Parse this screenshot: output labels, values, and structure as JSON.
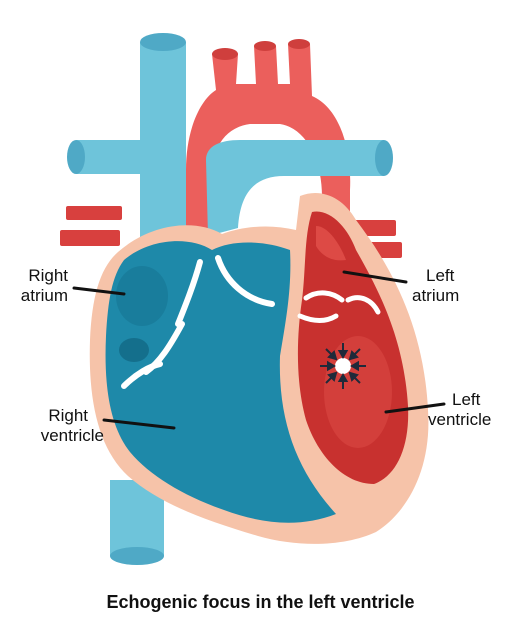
{
  "colors": {
    "vein": "#6EC4DA",
    "vein_dark": "#4FA9C6",
    "artery": "#EB5F5C",
    "artery_dark": "#CF3F3D",
    "wall": "#F6C3A9",
    "right_chamber": "#1E89A9",
    "right_chamber_dark": "#146F8C",
    "left_chamber": "#C8312F",
    "left_chamber_light": "#DD4A45",
    "valve": "#FFFFFF",
    "arrow": "#1F2A3A",
    "text": "#111111"
  },
  "labels": {
    "right_atrium": {
      "line1": "Right",
      "line2": "atrium"
    },
    "left_atrium": {
      "line1": "Left",
      "line2": "atrium"
    },
    "right_ventricle": {
      "line1": "Right",
      "line2": "ventricle"
    },
    "left_ventricle": {
      "line1": "Left",
      "line2": "ventricle"
    }
  },
  "caption": "Echogenic focus in the left ventricle"
}
